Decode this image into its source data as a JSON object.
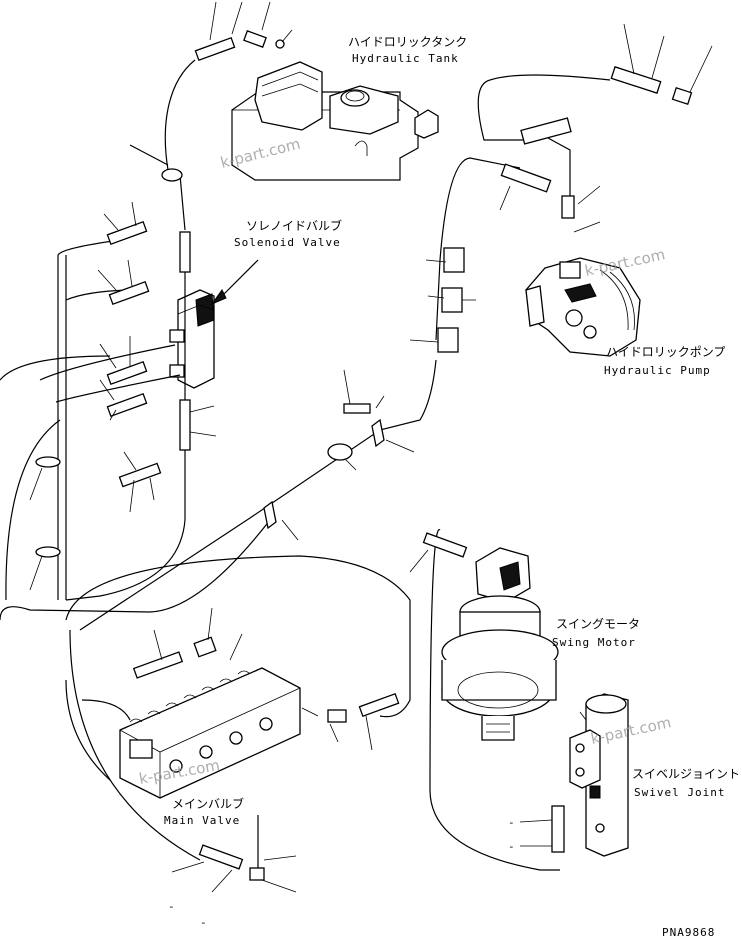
{
  "labels": {
    "hydraulic_tank_jp": "ハイドロリックタンク",
    "hydraulic_tank_en": "Hydraulic Tank",
    "solenoid_valve_jp": "ソレノイドバルブ",
    "solenoid_valve_en": "Solenoid Valve",
    "hydraulic_pump_jp": "ハイドロリックポンプ",
    "hydraulic_pump_en": "Hydraulic Pump",
    "swing_motor_jp": "スイングモータ",
    "swing_motor_en": "Swing Motor",
    "swivel_joint_jp": "スイベルジョイント",
    "swivel_joint_en": "Swivel Joint",
    "main_valve_jp": "メインバルブ",
    "main_valve_en": "Main Valve"
  },
  "watermark": "k-part.com",
  "drawing_code": "PNA9868",
  "part_dashes": [
    "-",
    "-",
    "-",
    "-"
  ]
}
